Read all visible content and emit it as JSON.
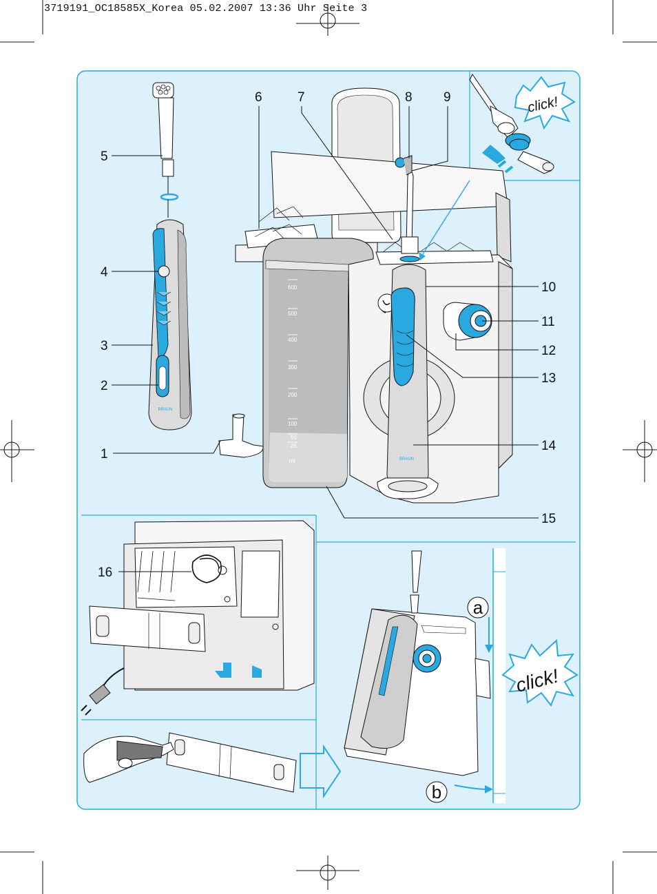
{
  "header": {
    "text": "3719191_OC18585X_Korea  05.02.2007  13:36 Uhr  Seite 3"
  },
  "callouts": {
    "n1": "1",
    "n2": "2",
    "n3": "3",
    "n4": "4",
    "n5": "5",
    "n6": "6",
    "n7": "7",
    "n8": "8",
    "n9": "9",
    "n10": "10",
    "n11": "11",
    "n12": "12",
    "n13": "13",
    "n14": "14",
    "n15": "15",
    "n16": "16"
  },
  "steps": {
    "a": "a",
    "b": "b"
  },
  "click_text": "click!",
  "brand": "BRAUN",
  "tank": {
    "scale": [
      "600",
      "500",
      "400",
      "300",
      "200",
      "100",
      "50",
      "25",
      "ml"
    ]
  },
  "colors": {
    "panel": "#dcf1fb",
    "accent": "#29a9e0",
    "line": "#111111",
    "device": "#f4f4f4"
  }
}
